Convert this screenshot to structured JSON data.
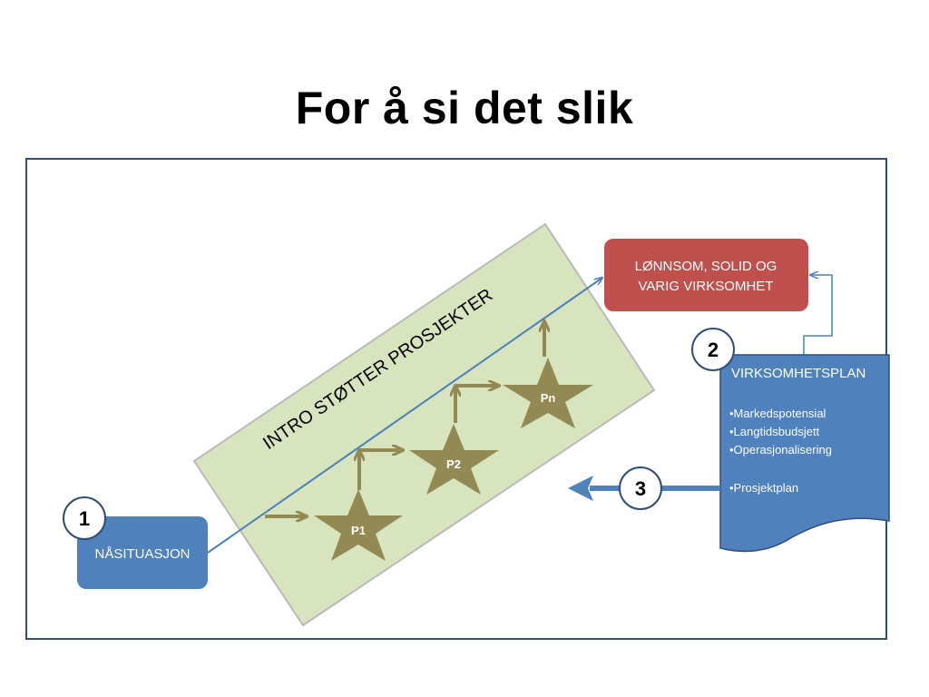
{
  "slide": {
    "title": "For å si det slik"
  },
  "diagram": {
    "band_label": "INTRO STØTTER PROSJEKTER",
    "current_state": "NÅSITUASJON",
    "goal_line1": "LØNNSOM, SOLID  OG",
    "goal_line2": "VARIG VIRKSOMHET",
    "plan_title": "VIRKSOMHETSPLAN",
    "plan_items": [
      "•Markedspotensial",
      "•Langtidsbudsjett",
      "•Operasjonalisering",
      "•Prosjektplan"
    ],
    "steps": [
      "1",
      "2",
      "3"
    ],
    "projects": [
      "P1",
      "P2",
      "Pn"
    ],
    "colors": {
      "band_fill": "#d7e4bd",
      "band_stroke": "#b9b9b9",
      "blue_box": "#4f81bd",
      "red_box": "#c0504d",
      "star": "#938953",
      "line": "#4a7ebb"
    }
  }
}
